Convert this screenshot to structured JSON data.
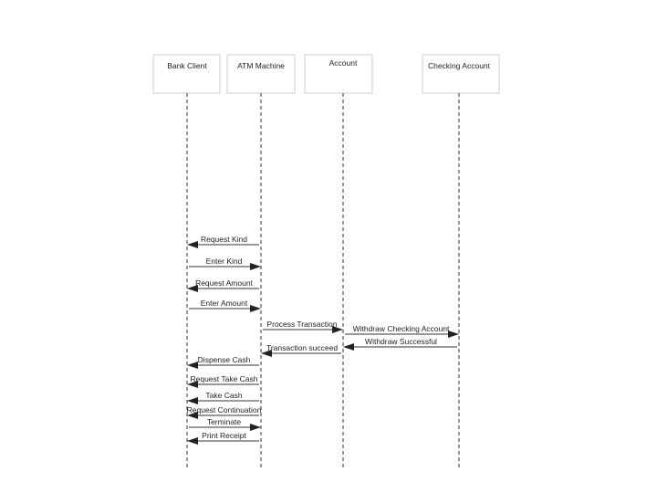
{
  "participants": [
    {
      "name": "Bank Client"
    },
    {
      "name": "ATM Machine"
    },
    {
      "name": "Account"
    },
    {
      "name": "Checking Account"
    }
  ],
  "messages": [
    {
      "label": "Request Kind",
      "from": "Bank Client",
      "to": "ATM Machine",
      "dir": "left"
    },
    {
      "label": "Enter Kind",
      "from": "Bank Client",
      "to": "ATM Machine",
      "dir": "right"
    },
    {
      "label": "Request Amount",
      "from": "Bank Client",
      "to": "ATM Machine",
      "dir": "left"
    },
    {
      "label": "Enter Amount",
      "from": "Bank Client",
      "to": "ATM Machine",
      "dir": "right"
    },
    {
      "label": "Process Transaction",
      "from": "ATM Machine",
      "to": "Account",
      "dir": "right"
    },
    {
      "label": "Withdraw Checking Account",
      "from": "Account",
      "to": "Checking Account",
      "dir": "right"
    },
    {
      "label": "Withdraw Successful",
      "from": "Account",
      "to": "Checking Account",
      "dir": "left"
    },
    {
      "label": "Transaction succeed",
      "from": "ATM Machine",
      "to": "Account",
      "dir": "left"
    },
    {
      "label": "Dispense Cash",
      "from": "Bank Client",
      "to": "ATM Machine",
      "dir": "left"
    },
    {
      "label": "Request Take Cash",
      "from": "Bank Client",
      "to": "ATM Machine",
      "dir": "left"
    },
    {
      "label": "Take Cash",
      "from": "Bank Client",
      "to": "ATM Machine",
      "dir": "left"
    },
    {
      "label": "Request Continuation",
      "from": "Bank Client",
      "to": "ATM Machine",
      "dir": "left"
    },
    {
      "label": "Terminate",
      "from": "Bank Client",
      "to": "ATM Machine",
      "dir": "right"
    },
    {
      "label": "Print Receipt",
      "from": "Bank Client",
      "to": "ATM Machine",
      "dir": "left"
    }
  ],
  "colors": {
    "line": "#333333",
    "box_border": "#cfcfcf",
    "text": "#222222"
  }
}
